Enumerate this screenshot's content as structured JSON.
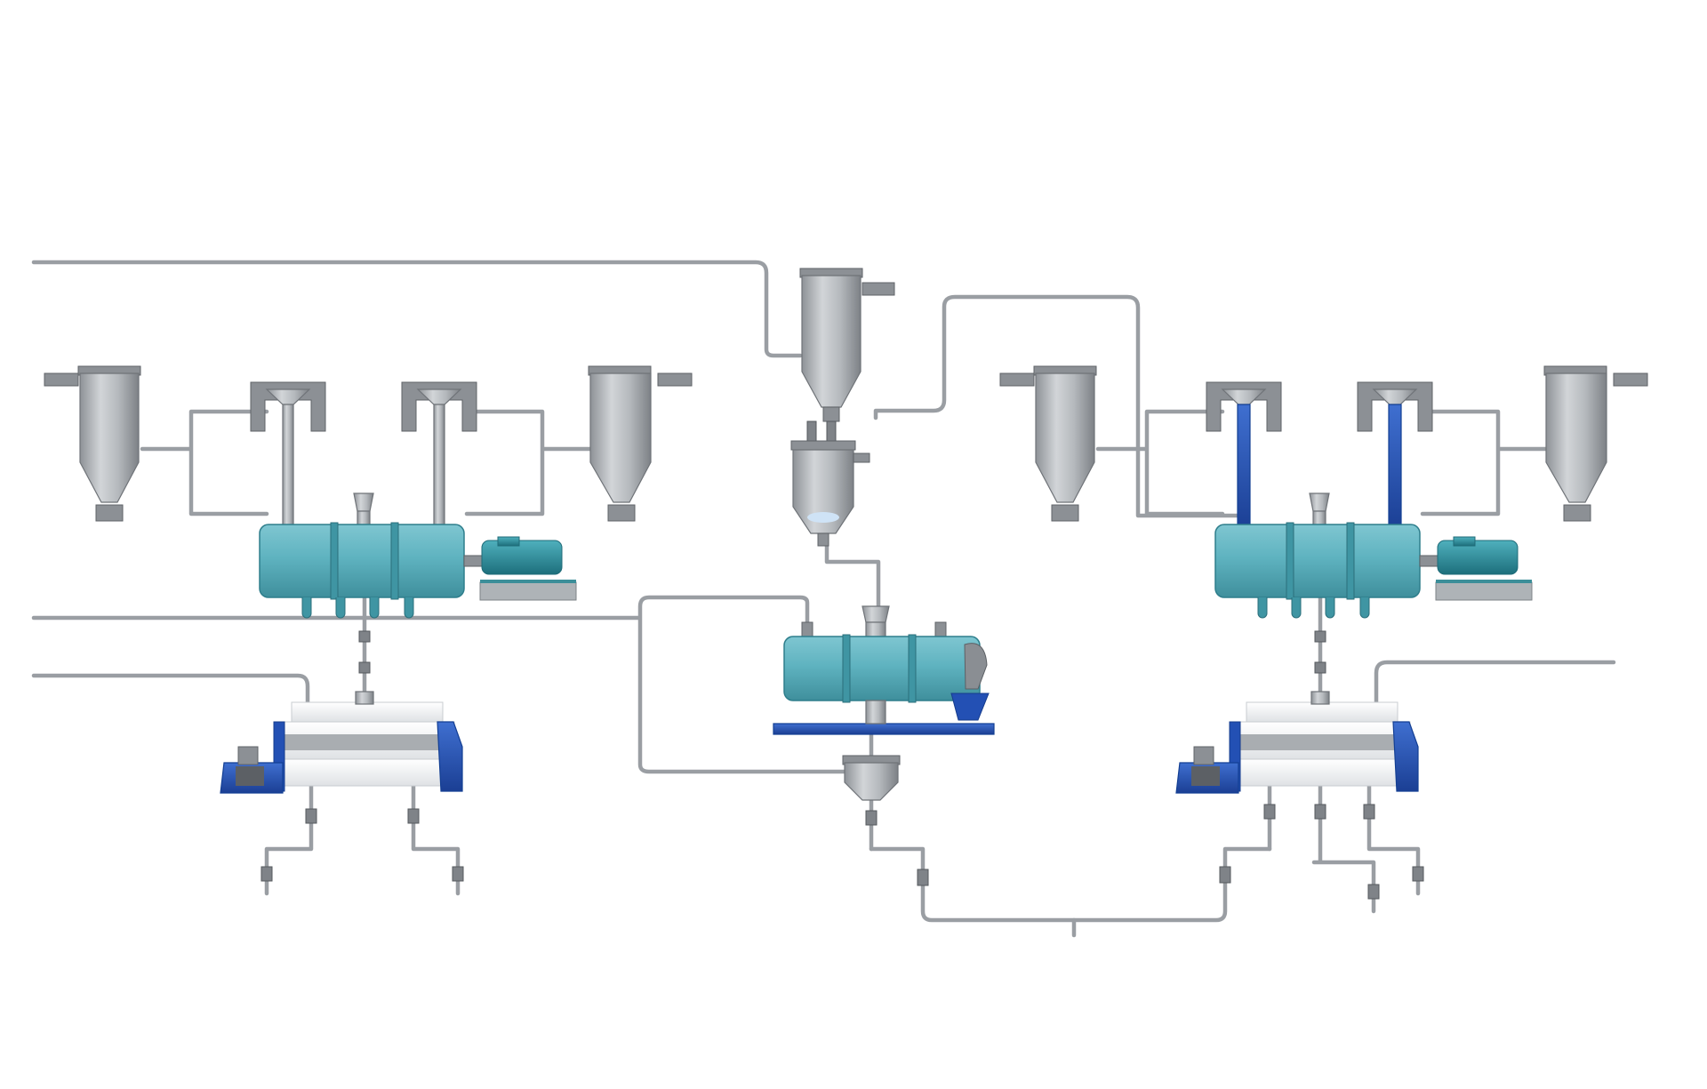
{
  "diagram": {
    "type": "process-flow",
    "background": "#ffffff",
    "colors": {
      "pipe": "#9a9ea3",
      "stainless": "#b9bdc1",
      "teal_equipment": "#5fb3c0",
      "blue_equipment": "#2350b4",
      "drum_white": "#f2f3f4"
    },
    "equipment": [
      {
        "id": "hopper-1",
        "kind": "storage-hopper"
      },
      {
        "id": "feeder-1",
        "kind": "screw-feeder"
      },
      {
        "id": "feeder-2",
        "kind": "screw-feeder"
      },
      {
        "id": "hopper-2",
        "kind": "storage-hopper"
      },
      {
        "id": "mixer-left",
        "kind": "horizontal-mixer-with-motor"
      },
      {
        "id": "dryer-left",
        "kind": "rotary-drum-unit"
      },
      {
        "id": "hopper-center",
        "kind": "receiver-hopper"
      },
      {
        "id": "filter-vessel-center",
        "kind": "conical-vessel"
      },
      {
        "id": "mixer-center",
        "kind": "horizontal-mixer"
      },
      {
        "id": "cone-discharge-center",
        "kind": "discharge-cone"
      },
      {
        "id": "hopper-3",
        "kind": "storage-hopper"
      },
      {
        "id": "feeder-3",
        "kind": "screw-feeder"
      },
      {
        "id": "feeder-4",
        "kind": "screw-feeder"
      },
      {
        "id": "hopper-4",
        "kind": "storage-hopper"
      },
      {
        "id": "mixer-right",
        "kind": "horizontal-mixer-with-motor"
      },
      {
        "id": "dryer-right",
        "kind": "rotary-drum-unit"
      }
    ],
    "connections": [
      {
        "from": "inlet-top-left",
        "to": "hopper-center"
      },
      {
        "from": "hopper-center",
        "to": "hopper-3"
      },
      {
        "from": "hopper-1",
        "to": "feeder-1"
      },
      {
        "from": "hopper-2",
        "to": "feeder-2"
      },
      {
        "from": "feeder-1",
        "to": "mixer-left"
      },
      {
        "from": "feeder-2",
        "to": "mixer-left"
      },
      {
        "from": "mixer-left",
        "to": "dryer-left"
      },
      {
        "from": "filter-vessel-center",
        "to": "mixer-center"
      },
      {
        "from": "mixer-center",
        "to": "cone-discharge-center"
      },
      {
        "from": "cone-discharge-center",
        "to": "dryer-right"
      },
      {
        "from": "hopper-3",
        "to": "feeder-3"
      },
      {
        "from": "hopper-4",
        "to": "feeder-4"
      },
      {
        "from": "feeder-3",
        "to": "mixer-right"
      },
      {
        "from": "feeder-4",
        "to": "mixer-right"
      },
      {
        "from": "mixer-right",
        "to": "dryer-right"
      }
    ]
  }
}
